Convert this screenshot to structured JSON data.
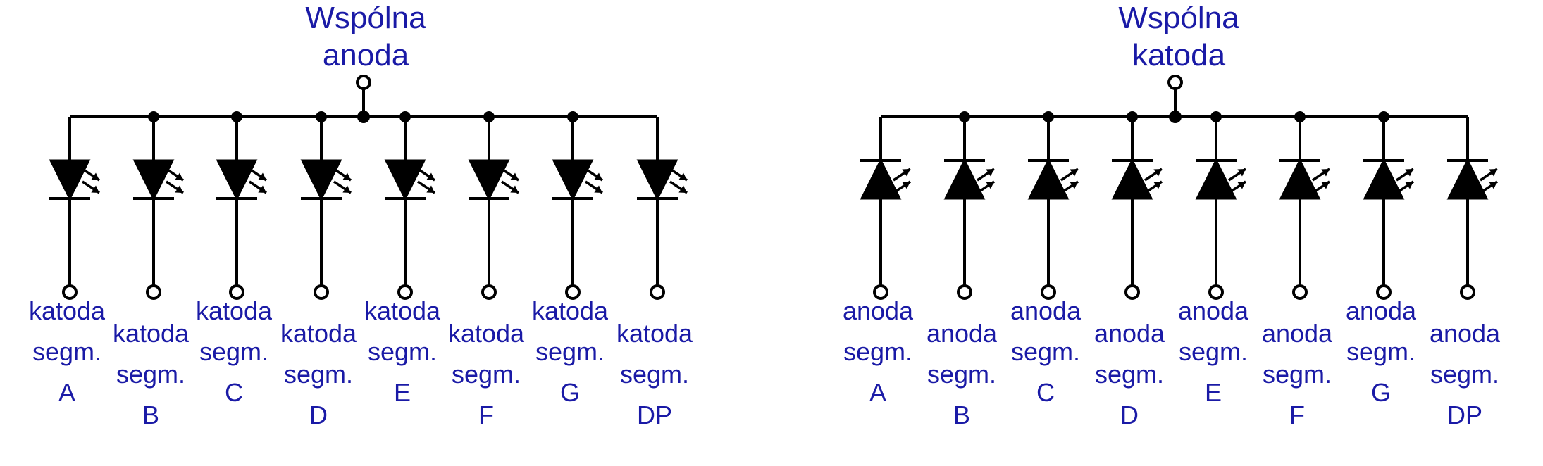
{
  "colors": {
    "text": "#1a1aa6",
    "lines": "#000000"
  },
  "circuits": [
    {
      "id": "common-anode",
      "title_line1": "Wspólna",
      "title_line2": "anoda",
      "orientation": "down",
      "segments": [
        {
          "role": "katoda",
          "abbr": "segm.",
          "letter": "A"
        },
        {
          "role": "katoda",
          "abbr": "segm.",
          "letter": "B"
        },
        {
          "role": "katoda",
          "abbr": "segm.",
          "letter": "C"
        },
        {
          "role": "katoda",
          "abbr": "segm.",
          "letter": "D"
        },
        {
          "role": "katoda",
          "abbr": "segm.",
          "letter": "E"
        },
        {
          "role": "katoda",
          "abbr": "segm.",
          "letter": "F"
        },
        {
          "role": "katoda",
          "abbr": "segm.",
          "letter": "G"
        },
        {
          "role": "katoda",
          "abbr": "segm.",
          "letter": "DP"
        }
      ]
    },
    {
      "id": "common-cathode",
      "title_line1": "Wspólna",
      "title_line2": "katoda",
      "orientation": "up",
      "segments": [
        {
          "role": "anoda",
          "abbr": "segm.",
          "letter": "A"
        },
        {
          "role": "anoda",
          "abbr": "segm.",
          "letter": "B"
        },
        {
          "role": "anoda",
          "abbr": "segm.",
          "letter": "C"
        },
        {
          "role": "anoda",
          "abbr": "segm.",
          "letter": "D"
        },
        {
          "role": "anoda",
          "abbr": "segm.",
          "letter": "E"
        },
        {
          "role": "anoda",
          "abbr": "segm.",
          "letter": "F"
        },
        {
          "role": "anoda",
          "abbr": "segm.",
          "letter": "G"
        },
        {
          "role": "anoda",
          "abbr": "segm.",
          "letter": "DP"
        }
      ]
    }
  ]
}
